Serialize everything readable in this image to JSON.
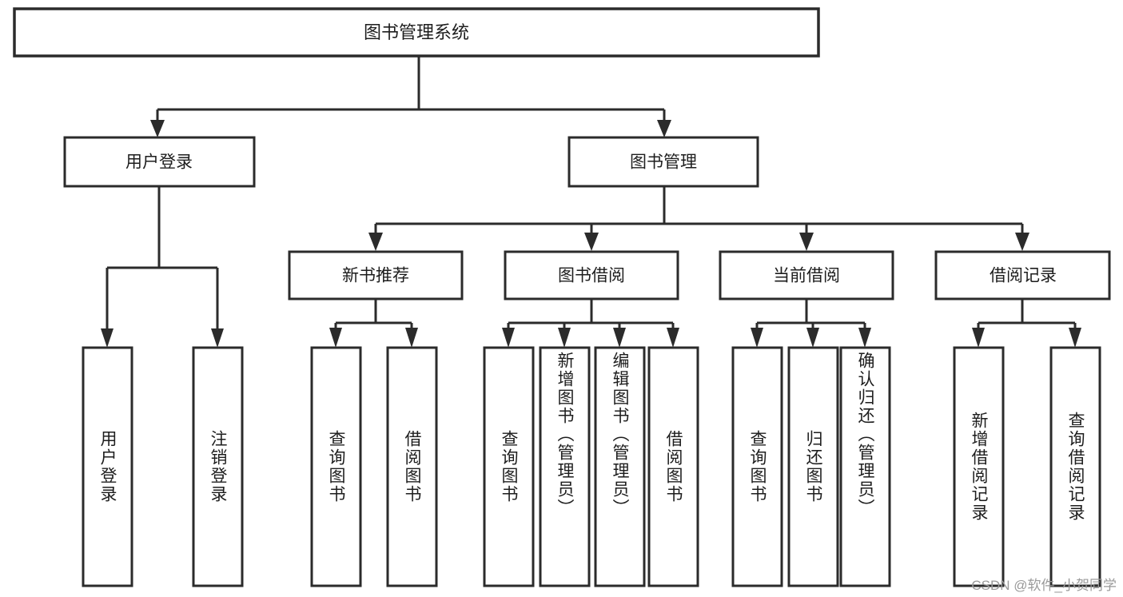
{
  "diagram": {
    "type": "tree",
    "title": "图书管理系统",
    "watermark": "CSDN @软件_小贺同学",
    "root": {
      "label": "图书管理系统"
    },
    "level2": [
      {
        "label": "用户登录"
      },
      {
        "label": "图书管理"
      }
    ],
    "level3": [
      {
        "label": "新书推荐"
      },
      {
        "label": "图书借阅"
      },
      {
        "label": "当前借阅"
      },
      {
        "label": "借阅记录"
      }
    ],
    "leaves": {
      "user_login": [
        {
          "label": "用户登录"
        },
        {
          "label": "注销登录"
        }
      ],
      "new_book_recommend": [
        {
          "label": "查询图书"
        },
        {
          "label": "借阅图书"
        }
      ],
      "book_borrow": [
        {
          "label": "查询图书"
        },
        {
          "label": "新增图书（管理员）"
        },
        {
          "label": "编辑图书（管理员）"
        },
        {
          "label": "借阅图书"
        }
      ],
      "current_borrow": [
        {
          "label": "查询图书"
        },
        {
          "label": "归还图书"
        },
        {
          "label": "确认归还（管理员）"
        }
      ],
      "borrow_records": [
        {
          "label": "新增借阅记录"
        },
        {
          "label": "查询借阅记录"
        }
      ]
    },
    "colors": {
      "stroke": "#2b2b2b",
      "fill": "#ffffff",
      "text": "#1d1d1d",
      "watermark": "#9a9a9a"
    }
  }
}
